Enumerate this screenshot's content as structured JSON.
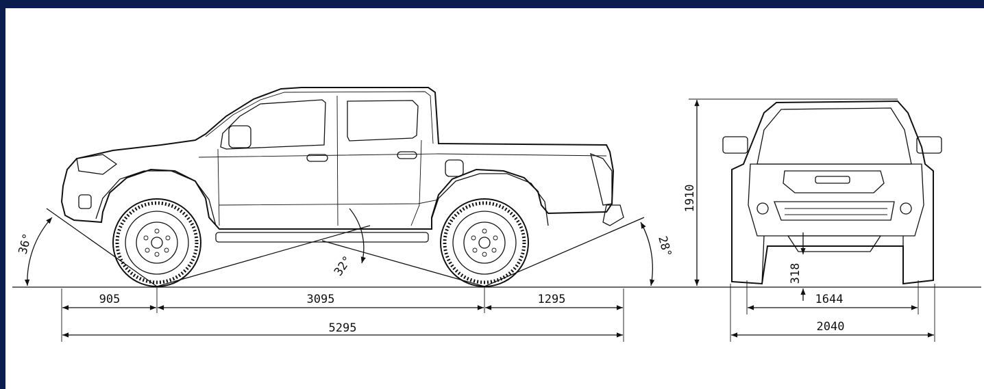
{
  "dimensions": {
    "front_overhang": "905",
    "wheelbase": "3095",
    "rear_overhang": "1295",
    "overall_length": "5295",
    "overall_height": "1910",
    "ground_clearance": "318",
    "track_width": "1644",
    "overall_width": "2040"
  },
  "angles": {
    "approach": "36°",
    "breakover": "32°",
    "departure": "28°"
  },
  "colors": {
    "frame": "#0b1d4f",
    "sheet": "#ffffff",
    "ink": "#111111"
  }
}
